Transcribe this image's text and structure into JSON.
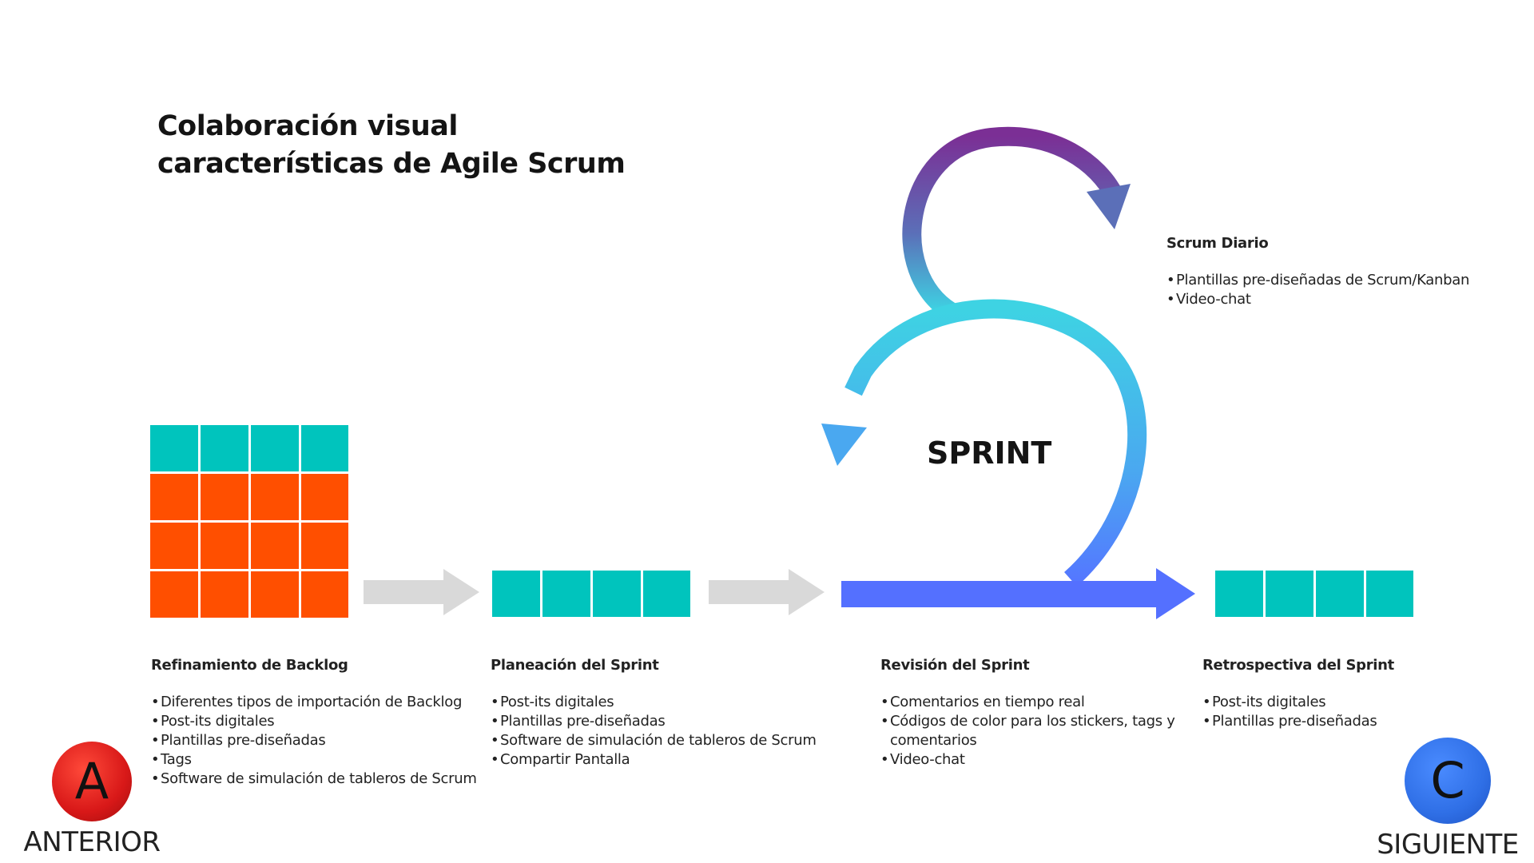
{
  "title": {
    "line1": "Colaboración visual",
    "line2": "características de Agile Scrum"
  },
  "sprint_label": "SPRINT",
  "colors": {
    "teal": "#00c4bd",
    "orange": "#ff4f00",
    "gray_arrow": "#d9d9d9",
    "sprint_purple": "#7b2f95",
    "sprint_cyan": "#3ed3e3",
    "sprint_blue": "#5470ff",
    "nav_prev": "#d81818",
    "nav_next": "#2f6fe6"
  },
  "daily_scrum": {
    "heading": "Scrum Diario",
    "items": [
      "Plantillas pre-diseñadas de Scrum/Kanban",
      "Video-chat"
    ]
  },
  "stages": [
    {
      "heading": "Refinamiento de Backlog",
      "items": [
        "Diferentes tipos de importación de Backlog",
        "Post-its digitales",
        "Plantillas pre-diseñadas",
        "Tags",
        "Software de simulación de tableros de Scrum"
      ]
    },
    {
      "heading": "Planeación del Sprint",
      "items": [
        "Post-its digitales",
        "Plantillas pre-diseñadas",
        "Software de simulación de tableros de Scrum",
        "Compartir Pantalla"
      ]
    },
    {
      "heading": "Revisión del Sprint",
      "items": [
        "Comentarios en tiempo real",
        "Códigos de color para los stickers, tags y comentarios",
        "Video-chat"
      ]
    },
    {
      "heading": "Retrospectiva del Sprint",
      "items": [
        "Post-its digitales",
        "Plantillas pre-diseñadas"
      ]
    }
  ],
  "nav": {
    "prev": {
      "letter": "A",
      "label": "ANTERIOR"
    },
    "next": {
      "letter": "C",
      "label": "SIGUIENTE"
    }
  }
}
